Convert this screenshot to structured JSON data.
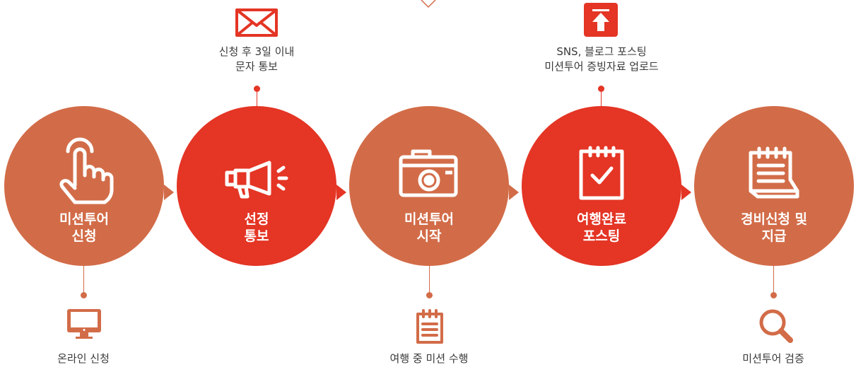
{
  "colors": {
    "brown": "#D26C48",
    "red": "#E43525"
  },
  "steps": [
    {
      "icon": "pointing-hand-icon",
      "line1": "미션투어",
      "line2": "신청",
      "color": "#D26C48"
    },
    {
      "icon": "megaphone-icon",
      "line1": "선정",
      "line2": "통보",
      "color": "#E43525"
    },
    {
      "icon": "camera-icon",
      "line1": "미션투어",
      "line2": "시작",
      "color": "#D26C48"
    },
    {
      "icon": "checklist-notepad-icon",
      "line1": "여행완료",
      "line2": "포스팅",
      "color": "#E43525"
    },
    {
      "icon": "calendar-notepad-icon",
      "line1": "경비신청 및",
      "line2": "지급",
      "color": "#D26C48"
    }
  ],
  "notes": {
    "step1": {
      "icon": "monitor-icon",
      "text": "온라인 신청"
    },
    "step2": {
      "icon": "mail-icon",
      "line1": "신청 후 3일 이내",
      "line2": "문자 통보"
    },
    "step3": {
      "icon": "document-icon",
      "text": "여행 중 미션 수행"
    },
    "step4": {
      "icon": "upload-icon",
      "line1": "SNS, 블로그 포스팅",
      "line2": "미션투어 증빙자료 업로드"
    },
    "step5": {
      "icon": "magnifier-icon",
      "text": "미션투어 검증"
    }
  }
}
